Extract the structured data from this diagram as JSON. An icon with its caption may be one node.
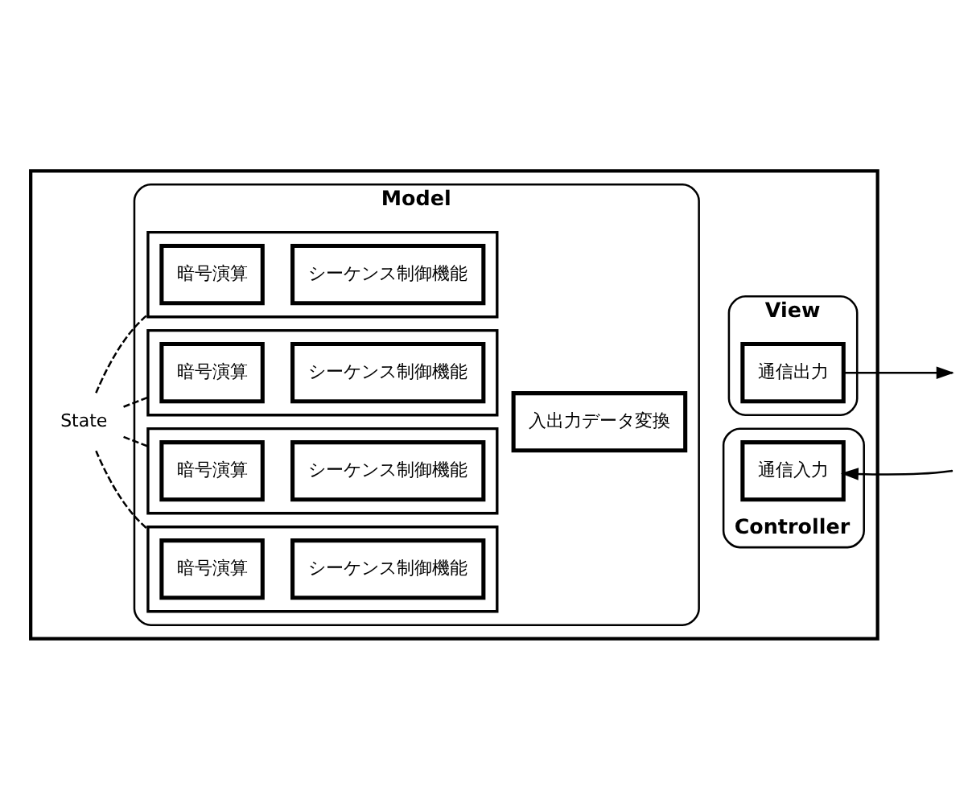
{
  "diagram": {
    "nodes": [
      {
        "text": [],
        "shape": "box"
      },
      {
        "text": [
          "Model"
        ],
        "in": 0
      },
      {
        "text": [],
        "shape": "box",
        "in": 1
      },
      {
        "text": [
          "暗号演算"
        ],
        "in": 2
      },
      {
        "text": [
          "シーケンス制御機能"
        ],
        "in": 2
      },
      {
        "text": [],
        "shape": "box",
        "in": 1
      },
      {
        "text": [
          "暗号演算"
        ],
        "in": 5
      },
      {
        "text": [
          "シーケンス制御機能"
        ],
        "in": 5
      },
      {
        "text": [],
        "shape": "box",
        "in": 1
      },
      {
        "text": [
          "暗号演算"
        ],
        "in": 8
      },
      {
        "text": [
          "シーケンス制御機能"
        ],
        "in": 8
      },
      {
        "text": [],
        "shape": "box",
        "in": 1
      },
      {
        "text": [
          "暗号演算"
        ],
        "in": 11
      },
      {
        "text": [
          "シーケンス制御機能"
        ],
        "in": 11
      },
      {
        "text": [
          "入出力データ変換"
        ],
        "in": 1
      },
      {
        "text": [
          "View"
        ],
        "in": 0
      },
      {
        "text": [
          "通信出力"
        ],
        "in": 15
      },
      {
        "text": [
          "Controller"
        ],
        "in": 0
      },
      {
        "text": [
          "通信入力"
        ],
        "in": 17
      },
      {
        "text": [
          "State"
        ],
        "in": 0
      }
    ],
    "edges": [
      {
        "from": 19,
        "to": 2,
        "arrow": "none",
        "style": "dashed"
      },
      {
        "from": 19,
        "to": 5,
        "arrow": "none",
        "style": "dashed"
      },
      {
        "from": 19,
        "to": 8,
        "arrow": "none",
        "style": "dashed"
      },
      {
        "from": 19,
        "to": 11,
        "arrow": "none",
        "style": "dashed"
      },
      {
        "from": 16,
        "to": null,
        "arrow": "to"
      },
      {
        "from": null,
        "to": 18,
        "arrow": "to"
      }
    ]
  }
}
